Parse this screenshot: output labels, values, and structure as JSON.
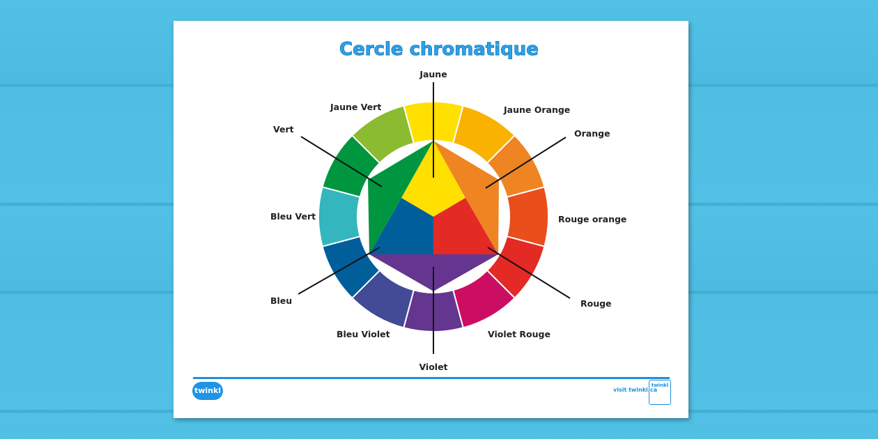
{
  "title": "Cercle chromatique",
  "wheel": {
    "segments": [
      {
        "name": "Jaune",
        "color": "#FFE000"
      },
      {
        "name": "Jaune Orange",
        "color": "#F9B200"
      },
      {
        "name": "Orange",
        "color": "#EE8422"
      },
      {
        "name": "Rouge orange",
        "color": "#E94E1B"
      },
      {
        "name": "Rouge",
        "color": "#E32A24"
      },
      {
        "name": "Violet Rouge",
        "color": "#CC0E63"
      },
      {
        "name": "Violet",
        "color": "#64368F"
      },
      {
        "name": "Bleu Violet",
        "color": "#434B96"
      },
      {
        "name": "Bleu",
        "color": "#005F9A"
      },
      {
        "name": "Bleu Vert",
        "color": "#33B6BE"
      },
      {
        "name": "Vert",
        "color": "#00963F"
      },
      {
        "name": "Jaune Vert",
        "color": "#8BBB30"
      }
    ]
  },
  "labels": {
    "jaune": "Jaune",
    "jaune_orange": "Jaune Orange",
    "orange": "Orange",
    "rouge_orange": "Rouge orange",
    "rouge": "Rouge",
    "violet_rouge": "Violet Rouge",
    "violet": "Violet",
    "bleu_violet": "Bleu Violet",
    "bleu": "Bleu",
    "bleu_vert": "Bleu Vert",
    "vert": "Vert",
    "jaune_vert": "Jaune Vert"
  },
  "footer": {
    "logo": "twinkl",
    "visit": "visit twinkl.ca",
    "badge": "twinkl"
  }
}
